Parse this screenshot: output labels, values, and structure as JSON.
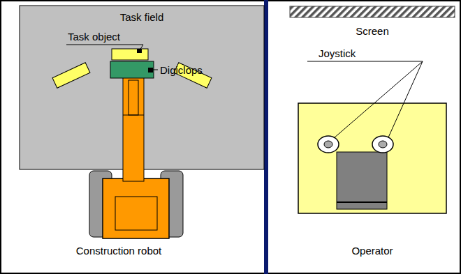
{
  "diagram": {
    "nodes": [
      {
        "text": [
          "Task field"
        ]
      }
    ],
    "labels": [
      "Task object",
      "Digiclops",
      "Construction robot",
      "Screen",
      "Joystick",
      "Operator"
    ]
  }
}
